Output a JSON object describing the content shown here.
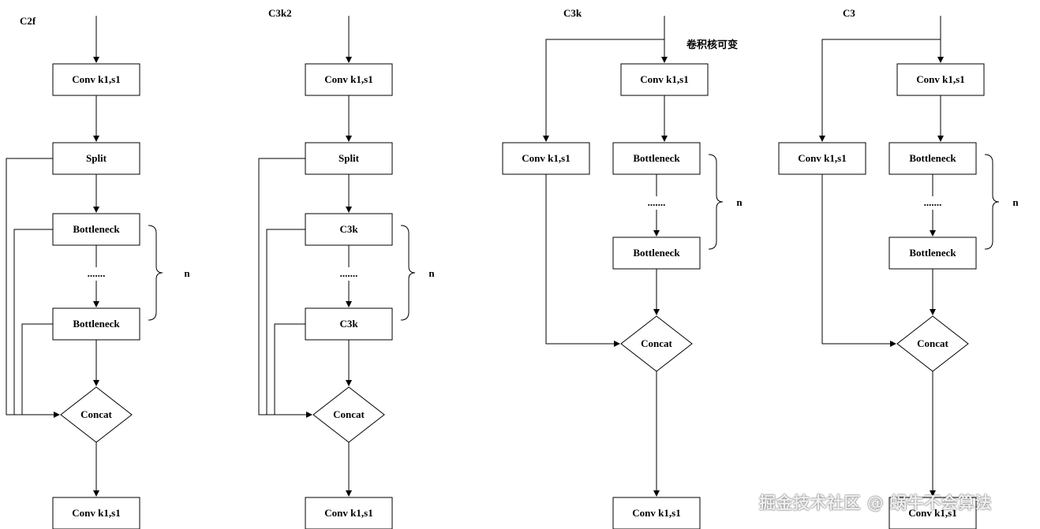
{
  "diagrams": {
    "c2f": {
      "title": "C2f",
      "conv_top": "Conv k1,s1",
      "split": "Split",
      "block1": "Bottleneck",
      "dots": ".......",
      "block2": "Bottleneck",
      "concat": "Concat",
      "conv_bottom": "Conv k1,s1",
      "n_label": "n"
    },
    "c3k2": {
      "title": "C3k2",
      "conv_top": "Conv k1,s1",
      "split": "Split",
      "block1": "C3k",
      "dots": ".......",
      "block2": "C3k",
      "concat": "Concat",
      "conv_bottom": "Conv k1,s1",
      "n_label": "n"
    },
    "c3k": {
      "title": "C3k",
      "note": "卷积核可变",
      "conv_top": "Conv k1,s1",
      "conv_side": "Conv k1,s1",
      "block1": "Bottleneck",
      "dots": ".......",
      "block2": "Bottleneck",
      "concat": "Concat",
      "conv_bottom": "Conv k1,s1",
      "n_label": "n"
    },
    "c3": {
      "title": "C3",
      "conv_top": "Conv k1,s1",
      "conv_side": "Conv k1,s1",
      "block1": "Bottleneck",
      "dots": ".......",
      "block2": "Bottleneck",
      "concat": "Concat",
      "conv_bottom": "Conv k1,s1",
      "n_label": "n"
    }
  },
  "watermark": "掘金技术社区 @ 蜗牛不会算法"
}
